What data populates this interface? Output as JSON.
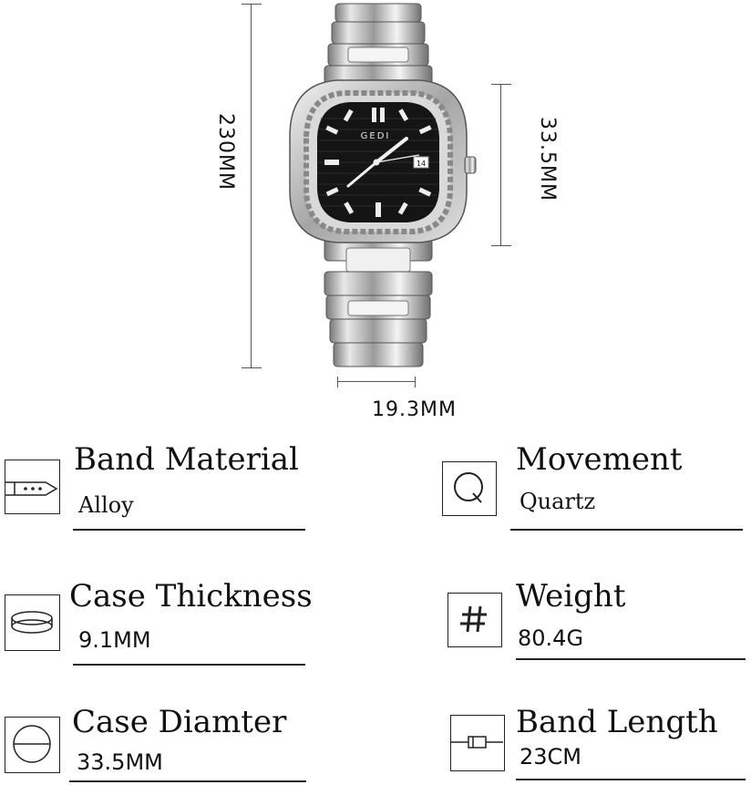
{
  "product": {
    "dial_brand": "GEDI",
    "date_window": "14",
    "dimensions": {
      "band_length_total": "230MM",
      "case_diameter": "33.5MM",
      "band_width": "19.3MM"
    }
  },
  "specs": [
    {
      "title": "Band Material",
      "value": "Alloy",
      "icon": "band-buckle-icon"
    },
    {
      "title": "Movement",
      "value": "Quartz",
      "icon": "movement-q-icon"
    },
    {
      "title": "Case Thickness",
      "value": "9.1MM",
      "icon": "case-thickness-icon"
    },
    {
      "title": "Weight",
      "value": "80.4G",
      "icon": "hash-icon"
    },
    {
      "title": "Case Diamter",
      "value": "33.5MM",
      "icon": "case-diameter-icon"
    },
    {
      "title": "Band Length",
      "value": "23CM",
      "icon": "band-length-icon"
    }
  ]
}
